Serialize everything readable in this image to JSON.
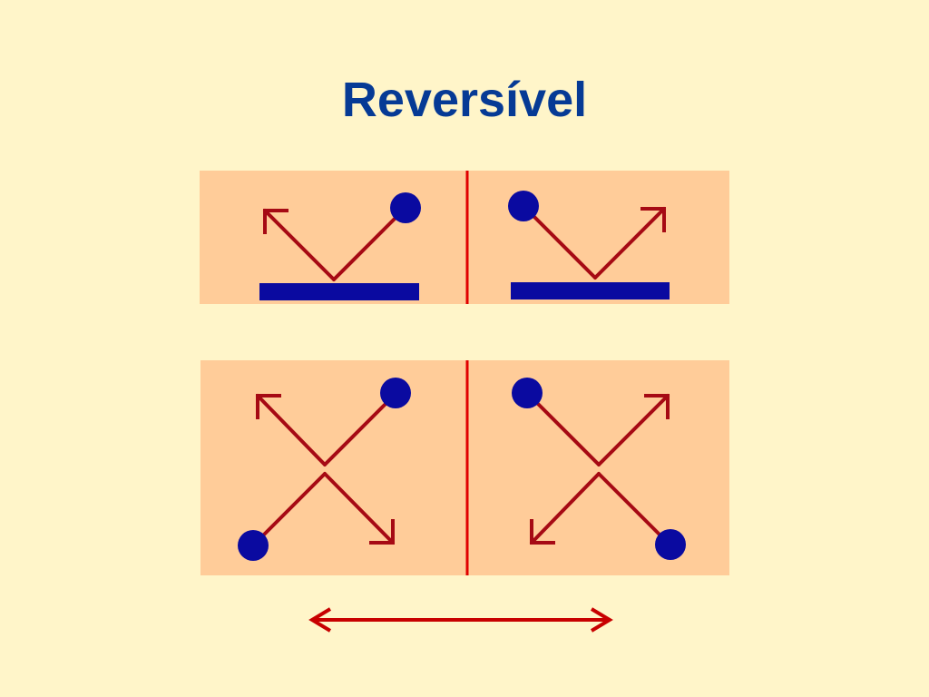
{
  "slide": {
    "title": "Reversível"
  },
  "colors": {
    "background": "#FFF5C9",
    "panel": "#FFCC99",
    "title": "#063A95",
    "arrow": "#A60A14",
    "mirror_line": "#E00000",
    "particle": "#0A0AA0",
    "surface": "#0A0AA0",
    "double_arrow": "#C80000"
  },
  "icons": {
    "particle": "filled-circle",
    "surface": "bar",
    "trajectory": "arrow",
    "time_reversal": "double-headed-arrow"
  }
}
